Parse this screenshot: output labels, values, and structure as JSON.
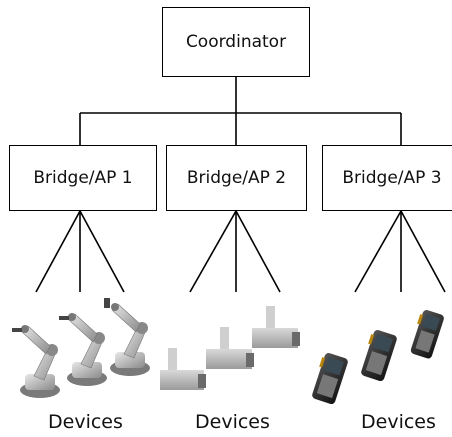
{
  "coordinator": {
    "label": "Coordinator"
  },
  "bridges": [
    {
      "label": "Bridge/AP 1"
    },
    {
      "label": "Bridge/AP 2"
    },
    {
      "label": "Bridge/AP 3"
    }
  ],
  "device_groups": [
    {
      "label": "Devices",
      "icon": "robot-arm-icon"
    },
    {
      "label": "Devices",
      "icon": "sensor-camera-icon"
    },
    {
      "label": "Devices",
      "icon": "handheld-scanner-icon"
    }
  ],
  "colors": {
    "line": "#000000",
    "box_border": "#000000",
    "background": "#ffffff"
  }
}
